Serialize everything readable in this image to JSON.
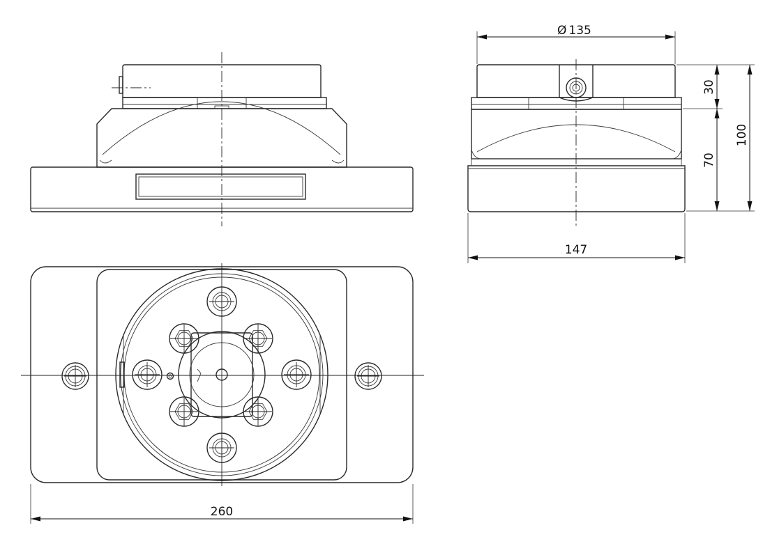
{
  "dimensions": {
    "diameter_symbol": "Ø",
    "diameter_value": "135",
    "depth": "147",
    "height_upper": "30",
    "height_lower": "70",
    "height_total": "100",
    "width": "260"
  },
  "colors": {
    "line": "#2a2a2a",
    "background": "#ffffff"
  }
}
